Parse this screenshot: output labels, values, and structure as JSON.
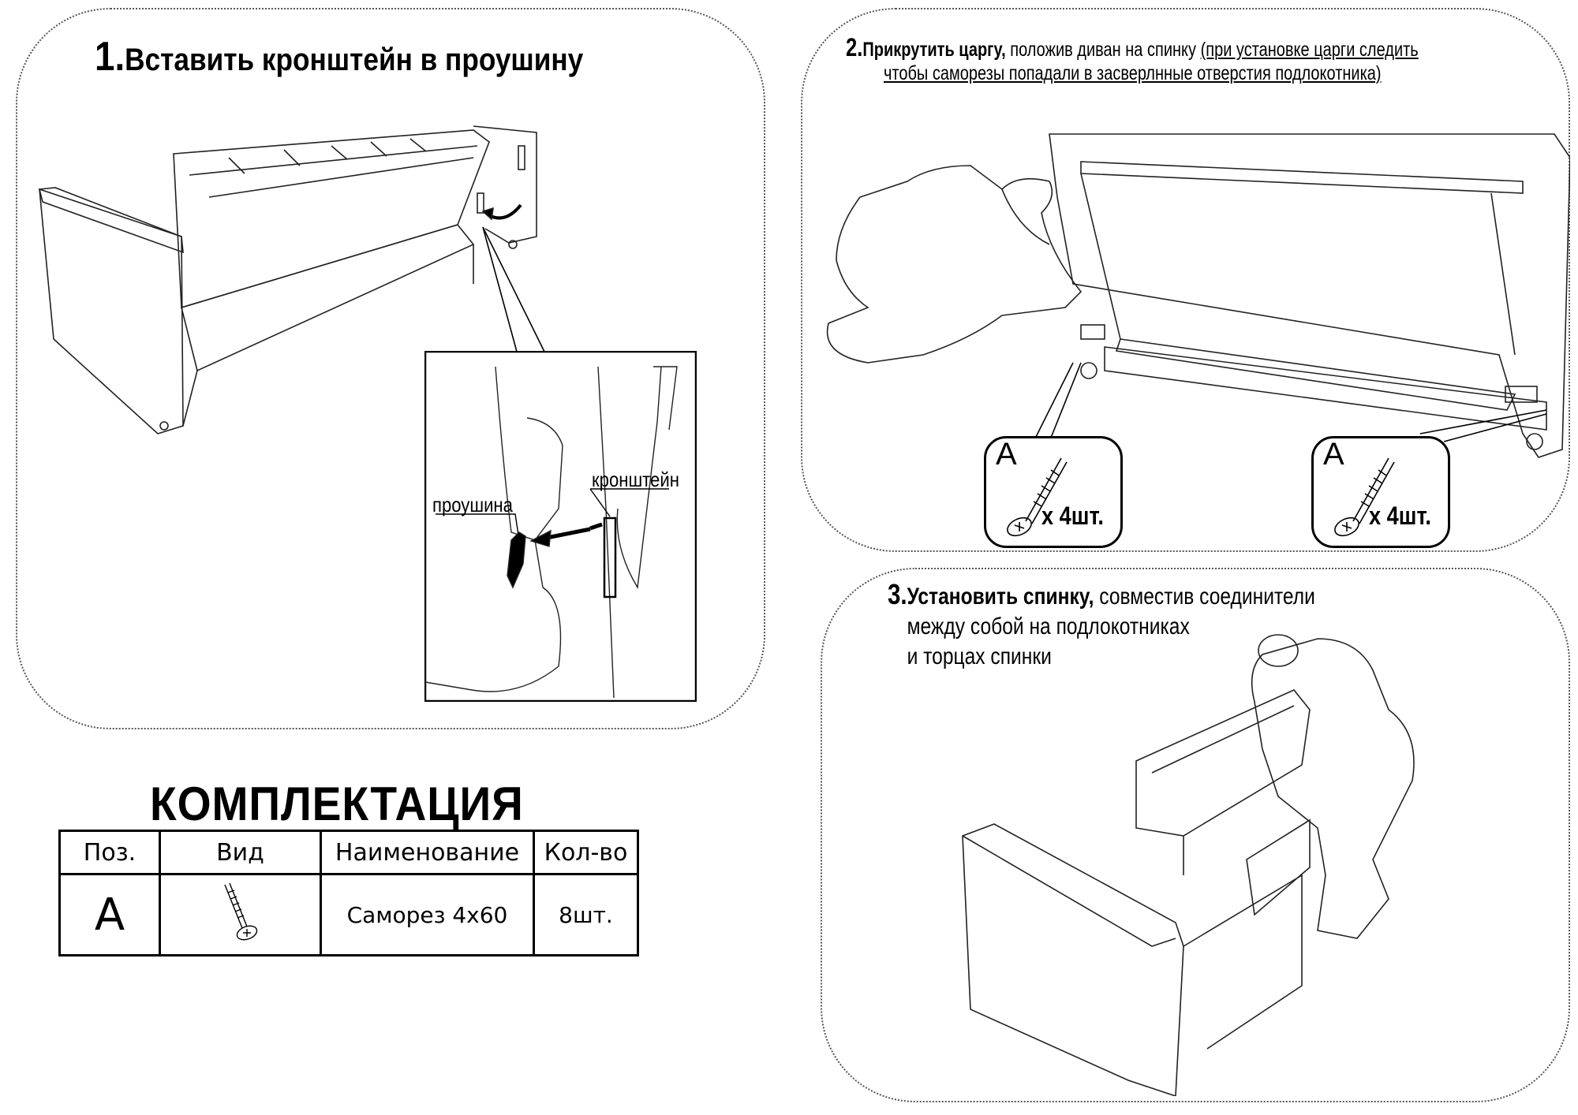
{
  "steps": [
    {
      "number": "1.",
      "title": "Вставить кронштейн в проушину",
      "callouts": {
        "eyelet": "проушина",
        "bracket": "кронштейн"
      }
    },
    {
      "number": "2.",
      "title_bold": "Прикрутить царгу,",
      "title_rest": " положив диван на спинку ",
      "note_line1": "(при установке царги следить",
      "note_line2": "чтобы саморезы попадали в засверлнные отверстия подлокотника)",
      "fastener_callouts": [
        {
          "letter": "A",
          "quantity": "x 4шт."
        },
        {
          "letter": "A",
          "quantity": "x 4шт."
        }
      ]
    },
    {
      "number": "3.",
      "title_bold": "Установить спинку,",
      "title_rest": " совместив соединители",
      "line2": "между собой на подлокотниках",
      "line3": "и торцах спинки"
    }
  ],
  "kit": {
    "title": "КОМПЛЕКТАЦИЯ",
    "headers": [
      "Поз.",
      "Вид",
      "Наименование",
      "Кол-во"
    ],
    "rows": [
      {
        "position": "A",
        "view_icon": "screw-icon",
        "name": "Саморез 4х60",
        "quantity": "8шт."
      }
    ]
  }
}
